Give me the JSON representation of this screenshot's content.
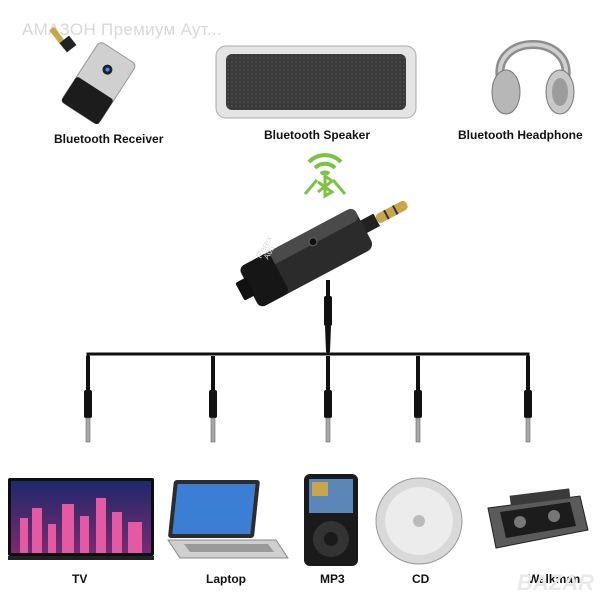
{
  "watermark": {
    "text": "АМАЗОН Премиум Аут...",
    "logo": "BAZAR"
  },
  "top_devices": [
    {
      "label": "Bluetooth Receiver"
    },
    {
      "label": "Bluetooth Speaker"
    },
    {
      "label": "Bluetooth Headphone"
    }
  ],
  "transmitter": {
    "brand": "Rerex",
    "model": "A05"
  },
  "bottom_devices": [
    {
      "label": "TV"
    },
    {
      "label": "Laptop"
    },
    {
      "label": "MP3"
    },
    {
      "label": "CD"
    },
    {
      "label": "Walkman"
    }
  ],
  "colors": {
    "bluetooth_green": "#7cc243",
    "cable_black": "#111111",
    "device_dark": "#2a2a2a",
    "plug_gold": "#c9a64a"
  },
  "icons": [
    "bluetooth-signal-icon",
    "audio-jack-icon"
  ]
}
